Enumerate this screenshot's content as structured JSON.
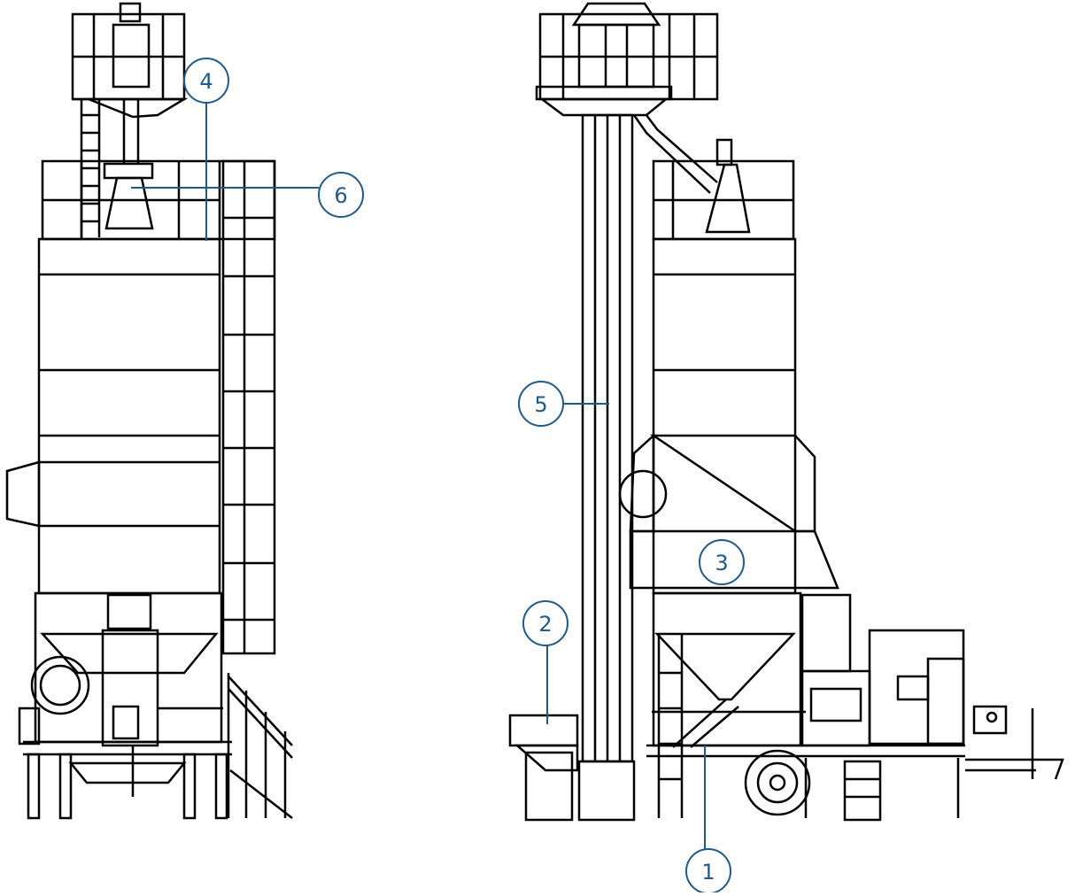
{
  "colors": {
    "line": "#000000",
    "callout": "#1f5a8a",
    "background": "#ffffff"
  },
  "callouts": [
    {
      "id": "c1",
      "label": "1"
    },
    {
      "id": "c2",
      "label": "2"
    },
    {
      "id": "c3",
      "label": "3"
    },
    {
      "id": "c4",
      "label": "4"
    },
    {
      "id": "c5",
      "label": "5"
    },
    {
      "id": "c6",
      "label": "6"
    }
  ]
}
